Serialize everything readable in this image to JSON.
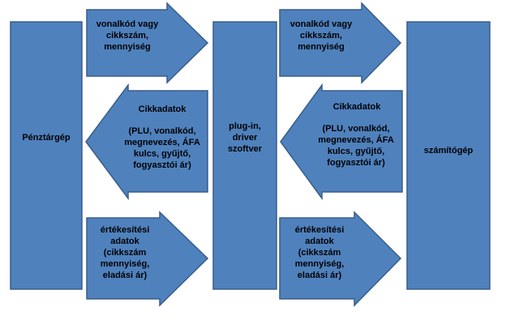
{
  "colors": {
    "fill": "#4f81bd",
    "stroke": "#385d8a",
    "text": "#000000",
    "background": "#ffffff"
  },
  "nodes": {
    "left_box": "Pénztárgép",
    "middle_box": "plug-in,\ndriver\nszoftver",
    "right_box": "számítógép"
  },
  "arrows": {
    "left_top": "vonalkód vagy\ncikkszám,\nmennyiség",
    "left_middle_title": "Cikkadatok",
    "left_middle_body": "(PLU, vonalkód,\nmegnevezés, ÁFA\nkulcs, gyűjtő,\nfogyasztói ár)",
    "left_bottom": "értékesítési\nadatok\n(cikkszám\nmennyiség,\neladási ár)",
    "right_top": "vonalkód vagy\ncikkszám,\nmennyiség",
    "right_middle_title": "Cikkadatok",
    "right_middle_body": "(PLU, vonalkód,\nmegnevezés, ÁFA\nkulcs, gyűjtő,\nfogyasztói ár)",
    "right_bottom": "értékesítési\nadatok\n(cikkszám\nmennyiség,\neladási ár)"
  }
}
